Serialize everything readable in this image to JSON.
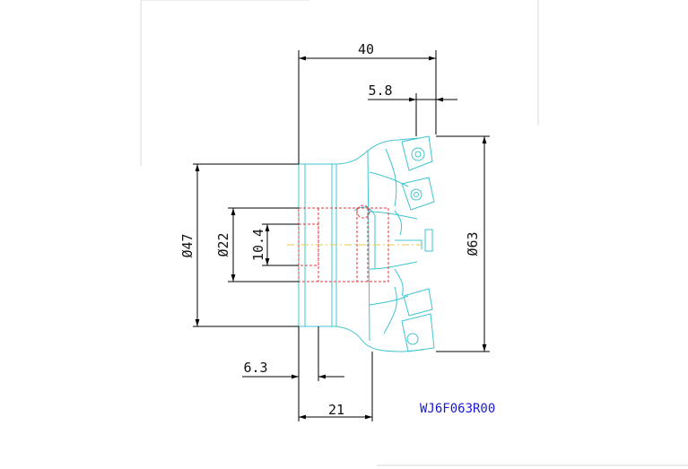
{
  "dimensions": {
    "overall_length": "40",
    "insert_projection": "5.8",
    "body_diameter": "Ø47",
    "bore_diameter": "Ø22",
    "keyway_width": "10.4",
    "cutter_diameter": "Ø63",
    "keyway_depth": "6.3",
    "hub_length": "21"
  },
  "model_code": "WJ6F063R00",
  "colors": {
    "outline": "#3fc4cf",
    "hidden_lines": "#e03a3a",
    "dimension_lines": "#000000",
    "model_code": "#1a1ad6"
  }
}
